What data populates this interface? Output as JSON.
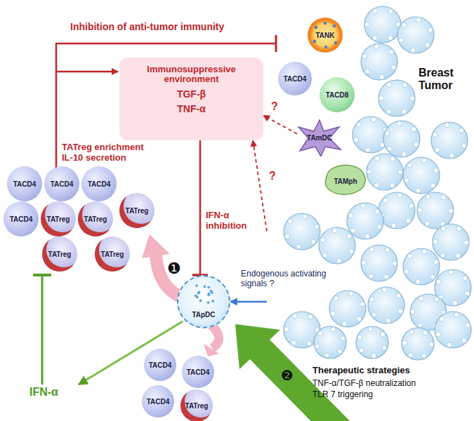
{
  "diagram": {
    "nodes": [
      {
        "text": [
          "TANK"
        ]
      },
      {
        "text": [
          "TACD4"
        ]
      },
      {
        "text": [
          "TACD8"
        ]
      },
      {
        "text": [
          "Breast Tumor"
        ]
      },
      {
        "text": [
          "Immunosuppressive environment",
          "TGF-β",
          "TNF-α"
        ]
      },
      {
        "text": [
          "TAmDC"
        ]
      },
      {
        "text": [
          "TAMph"
        ]
      },
      {
        "text": [
          "TACD4"
        ]
      },
      {
        "text": [
          "TACD4"
        ]
      },
      {
        "text": [
          "TACD4"
        ]
      },
      {
        "text": [
          "TACD4"
        ]
      },
      {
        "text": [
          "TATreg"
        ]
      },
      {
        "text": [
          "TATreg"
        ]
      },
      {
        "text": [
          "TATreg"
        ]
      },
      {
        "text": [
          "TATreg"
        ]
      },
      {
        "text": [
          "TATreg"
        ]
      },
      {
        "text": [
          "TApDC"
        ]
      },
      {
        "text": [
          "TACD4"
        ]
      },
      {
        "text": [
          "TACD4"
        ]
      },
      {
        "text": [
          "TACD4"
        ]
      },
      {
        "text": [
          "TATreg"
        ]
      }
    ],
    "edges": [
      {
        "from": 4,
        "to": 16,
        "arrow": "to"
      },
      {
        "from": 3,
        "to": 16,
        "label": "Endogenous activating signals ?",
        "arrow": "to"
      },
      {
        "from": 5,
        "to": 4,
        "label": "?",
        "arrow": "to"
      },
      {
        "from": 3,
        "to": 4,
        "label": "?",
        "arrow": "to"
      }
    ],
    "labels": [
      "Inhibition of anti-tumor immunity",
      "TATreg enrichment IL-10 secretion",
      "IFN-α inhibition",
      "❶",
      "❷",
      "Therapeutic strategies",
      "TNF-α/TGF-β neutralization",
      "TLR 7 triggering",
      "IFN-α"
    ]
  }
}
